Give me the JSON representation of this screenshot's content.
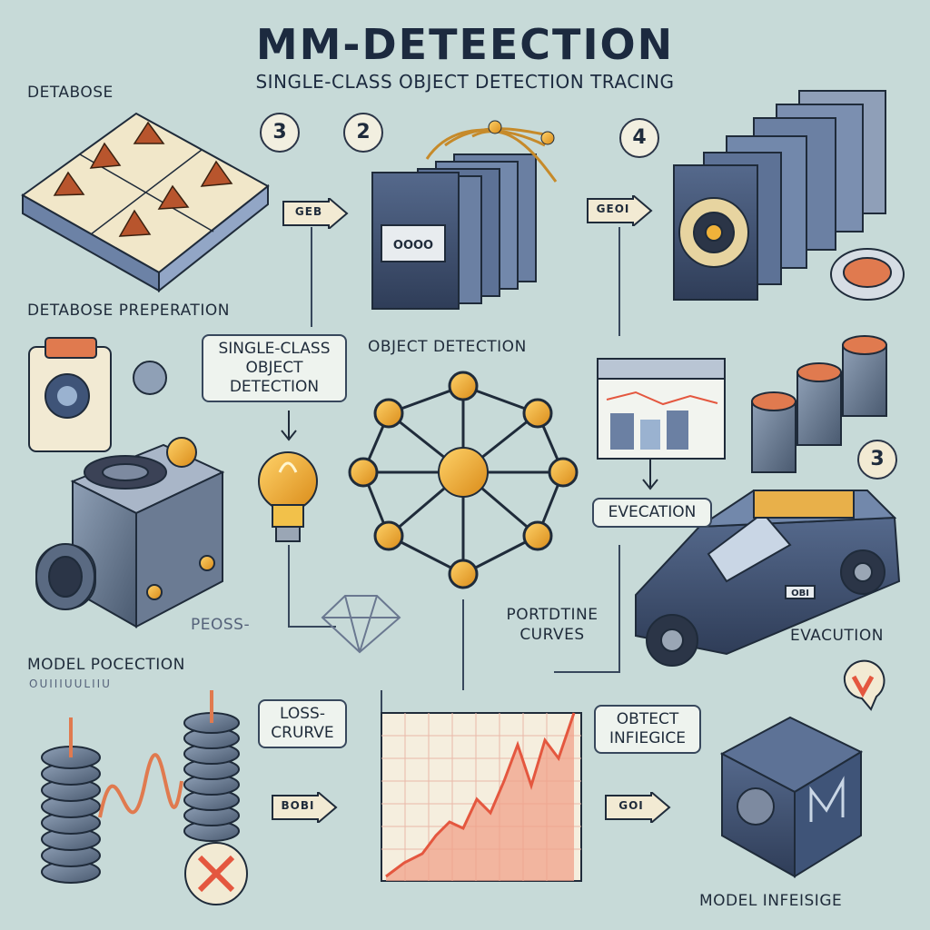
{
  "header": {
    "title": "MM-DETEECTION",
    "subtitle": "SINGLE-CLASS OBJECT DETECTION TRACING"
  },
  "labels": {
    "database_top": "DETABOSE",
    "database_prep": "DETABOSE PREPERATION",
    "object_detection": "OBJECT DETECTION",
    "single_class_box": "SINGLE-CLASS OBJECT DETECTION",
    "evecation_box": "EVECATION",
    "evacution": "EVACUTION",
    "prooss": "PEOSS-",
    "portdtine_curves": "PORTDTINE CURVES",
    "model_pocection": "MODEL POCECTION",
    "model_pocection_sub": "OUIIIUULIIU",
    "loss_curve_box": "LOSS-CRURVE",
    "object_infiegice_box": "OBTECT INFIEGICE",
    "model_infeisige": "MODEL INFEISIGE"
  },
  "steps": {
    "step_a": "3",
    "step_b": "2",
    "step_c": "4",
    "step_d": "3"
  },
  "arrow_tags": {
    "arrow1": "GEB",
    "arrow2": "GEOI",
    "arrow3": "BOBI",
    "arrow4": "GOI"
  },
  "van_plate": "OBI",
  "monitor_text": "OOOO",
  "colors": {
    "background": "#c7dad8",
    "ink": "#1f2b3a",
    "node_gold": "#e9a92c",
    "curve_red": "#e4573f",
    "accent_orange": "#e07a4f",
    "steel_blue": "#4b5f80"
  }
}
